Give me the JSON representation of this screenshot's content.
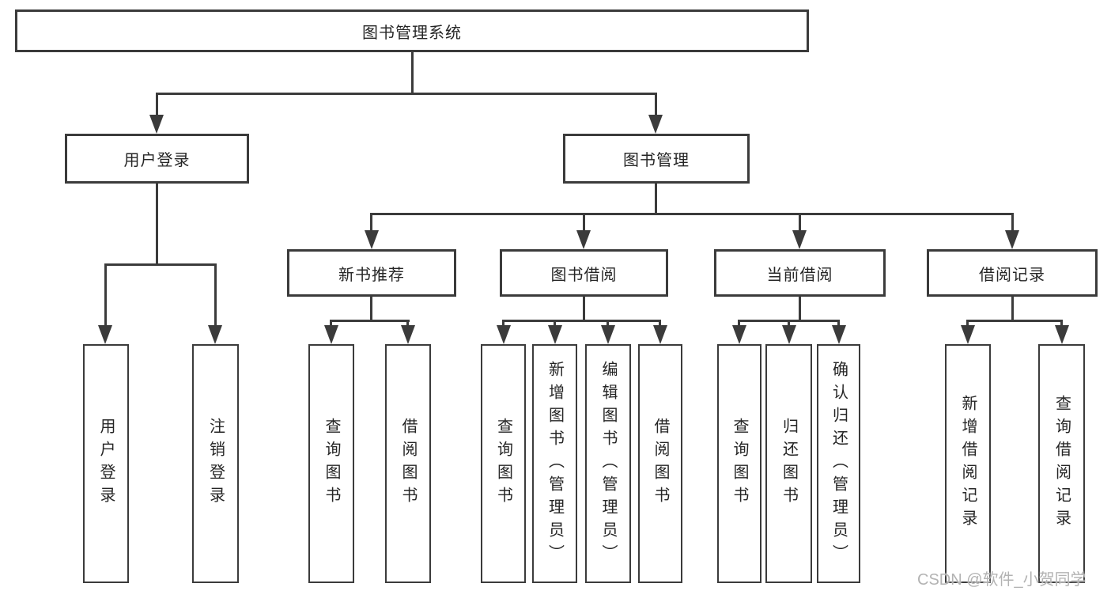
{
  "tree": {
    "root": {
      "label": "图书管理系统",
      "children": [
        {
          "label": "用户登录",
          "children": [
            {
              "label": "用户登录"
            },
            {
              "label": "注销登录"
            }
          ]
        },
        {
          "label": "图书管理",
          "children": [
            {
              "label": "新书推荐",
              "children": [
                {
                  "label": "查询图书"
                },
                {
                  "label": "借阅图书"
                }
              ]
            },
            {
              "label": "图书借阅",
              "children": [
                {
                  "label": "查询图书"
                },
                {
                  "label": "新增图书（管理员）"
                },
                {
                  "label": "编辑图书（管理员）"
                },
                {
                  "label": "借阅图书"
                }
              ]
            },
            {
              "label": "当前借阅",
              "children": [
                {
                  "label": "查询图书"
                },
                {
                  "label": "归还图书"
                },
                {
                  "label": "确认归还（管理员）"
                }
              ]
            },
            {
              "label": "借阅记录",
              "children": [
                {
                  "label": "新增借阅记录"
                },
                {
                  "label": "查询借阅记录"
                }
              ]
            }
          ]
        }
      ]
    }
  },
  "watermark": {
    "text": "CSDN @软件_小贺同学"
  },
  "colors": {
    "line": "#3b3b3b",
    "text": "#262626",
    "watermark": "#b3b3b3",
    "background": "#ffffff"
  }
}
